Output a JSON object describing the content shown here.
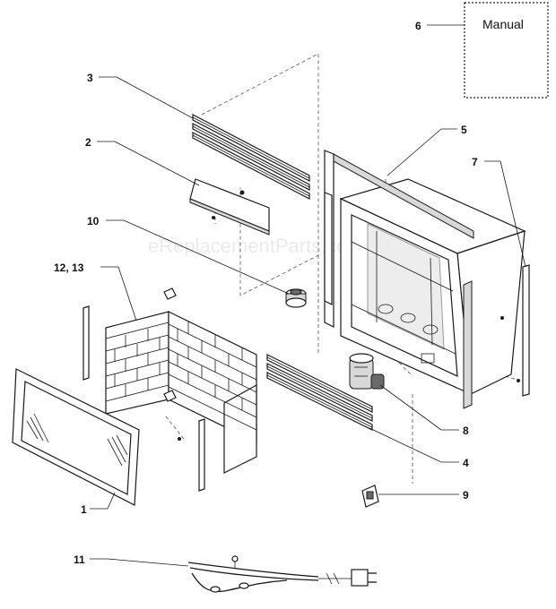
{
  "watermark": "eReplacementParts.com",
  "manual": {
    "label": "Manual"
  },
  "callouts": {
    "p1": "1",
    "p2": "2",
    "p3": "3",
    "p4": "4",
    "p5": "5",
    "p6": "6",
    "p7": "7",
    "p8": "8",
    "p9": "9",
    "p10": "10",
    "p11": "11",
    "p12_13": "12, 13"
  }
}
